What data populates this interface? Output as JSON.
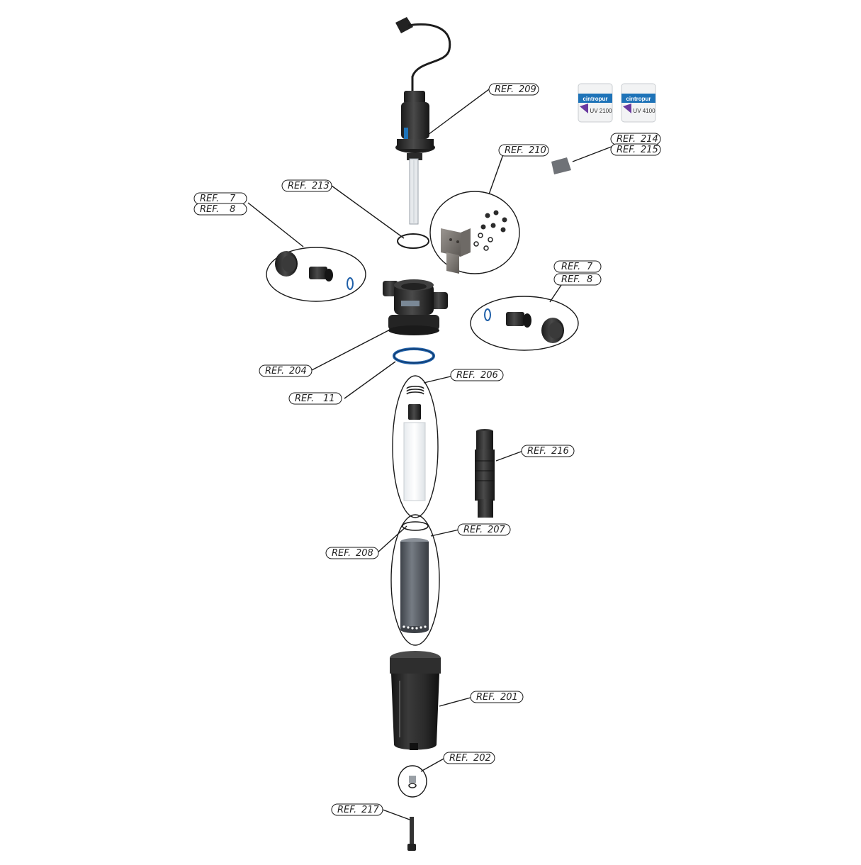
{
  "refs": {
    "r209": {
      "pre": "REF.",
      "num": "209"
    },
    "r210": {
      "pre": "REF.",
      "num": "210"
    },
    "r214": {
      "pre": "REF.",
      "num": "214"
    },
    "r215": {
      "pre": "REF.",
      "num": "215"
    },
    "r213": {
      "pre": "REF.",
      "num": "213"
    },
    "r7a": {
      "pre": "REF.",
      "num": "7"
    },
    "r8a": {
      "pre": "REF.",
      "num": "8"
    },
    "r7b": {
      "pre": "REF.",
      "num": "7"
    },
    "r8b": {
      "pre": "REF.",
      "num": "8"
    },
    "r204": {
      "pre": "REF.",
      "num": "204"
    },
    "r11": {
      "pre": "REF.",
      "num": "11"
    },
    "r206": {
      "pre": "REF.",
      "num": "206"
    },
    "r216": {
      "pre": "REF.",
      "num": "216"
    },
    "r207": {
      "pre": "REF.",
      "num": "207"
    },
    "r208": {
      "pre": "REF.",
      "num": "208"
    },
    "r201": {
      "pre": "REF.",
      "num": "201"
    },
    "r202": {
      "pre": "REF.",
      "num": "202"
    },
    "r217": {
      "pre": "REF.",
      "num": "217"
    }
  },
  "labels": {
    "brand": "cintropur",
    "model_a": "UV 2100",
    "model_b": "UV 4100"
  },
  "colors": {
    "dark_part": "#2b2b2b",
    "oring_blue": "#1f5fa8",
    "quartz": "#eef1f3",
    "cartridge": "#5a5f66",
    "label_blue": "#1e73b8",
    "label_purple": "#6a3aa0"
  }
}
